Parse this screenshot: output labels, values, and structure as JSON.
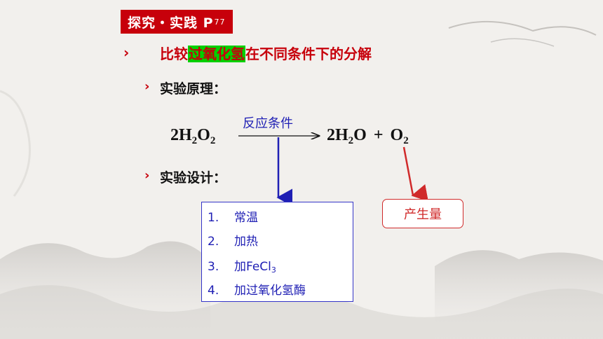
{
  "header_tag": {
    "text": "探究・实践 P",
    "page_sub": "77"
  },
  "title": {
    "prefix": "比较",
    "highlight": "过氧化氢",
    "suffix": "在不同条件下的分解"
  },
  "principle_heading": "实验原理：",
  "equation": {
    "reactant": {
      "coef": "2H",
      "sub1": "2",
      "mid": "O",
      "sub2": "2"
    },
    "condition": "反应条件",
    "product1": {
      "coef": "2H",
      "sub1": "2",
      "rest": "O"
    },
    "plus": "+",
    "product2": {
      "elem": "O",
      "sub": "2"
    }
  },
  "design_heading": "实验设计：",
  "conditions_list": [
    {
      "num": "1.",
      "text": "常温"
    },
    {
      "num": "2.",
      "text": "加热"
    },
    {
      "num": "3.",
      "text": "加FeCl",
      "sub": "3"
    },
    {
      "num": "4.",
      "text": "加过氧化氢酶"
    }
  ],
  "output_label": "产生量",
  "colors": {
    "accent_red": "#c7000b",
    "highlight_green": "#00d000",
    "blue": "#1f1fb4"
  }
}
